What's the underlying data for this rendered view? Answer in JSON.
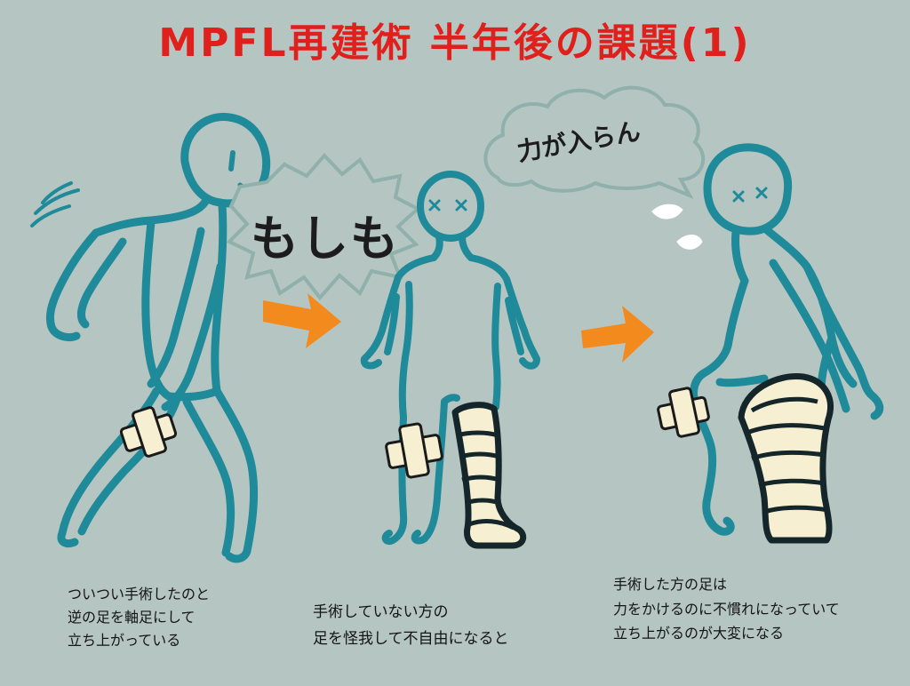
{
  "title": "MPFL再建術 半年後の課題(1)",
  "speech": {
    "shout": "もしも",
    "weak": "力が入らん"
  },
  "captions": {
    "left": [
      "ついつい手術したのと",
      "逆の足を軸足にして",
      "立ち上がっている"
    ],
    "center": [
      "手術していない方の",
      "足を怪我して不自由になると"
    ],
    "right": [
      "手術した方の足は",
      "力をかけるのに不慣れになっていて",
      "立ち上がるのが大変になる"
    ]
  },
  "colors": {
    "background": "#b5c5c1",
    "figure_stroke": "#1f8a99",
    "title": "#e0201c",
    "arrow": "#f28a1e",
    "bandage": "#f6efd2",
    "cast_outline": "#15262a"
  }
}
